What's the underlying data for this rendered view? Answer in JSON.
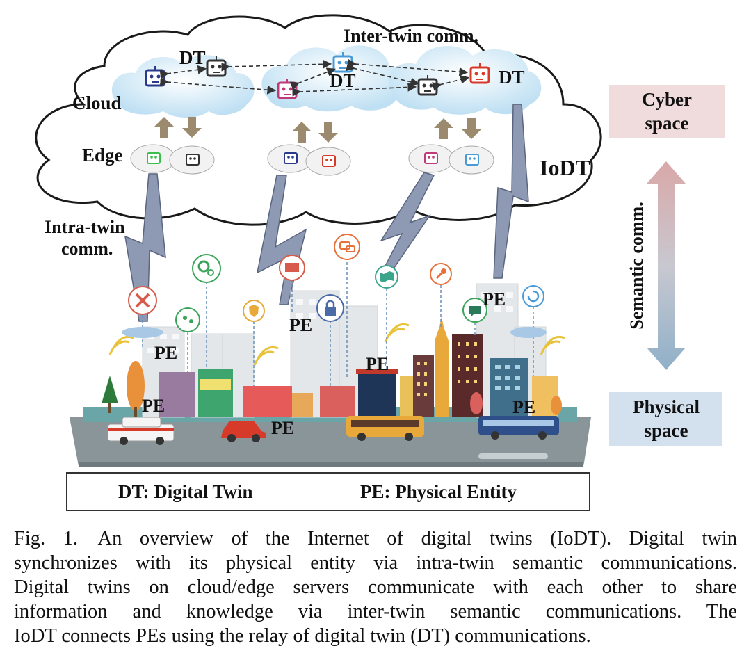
{
  "labels": {
    "cloud": "Cloud",
    "edge": "Edge",
    "dt": "DT",
    "inter_twin": "Inter-twin comm.",
    "iodt": "IoDT",
    "intra_twin_line1": "Intra-twin",
    "intra_twin_line2": "comm.",
    "pe": "PE",
    "cyber_space_line1": "Cyber",
    "cyber_space_line2": "space",
    "physical_space_line1": "Physical",
    "physical_space_line2": "space",
    "semantic_comm": "Semantic comm."
  },
  "legend": {
    "dt": "DT: Digital Twin",
    "pe": "PE: Physical Entity"
  },
  "caption": {
    "lines": [
      "Fig. 1. An overview of the Internet of digital twins (IoDT). Digital twin",
      "synchronizes with its physical entity via intra-twin semantic communications.",
      "Digital twins on cloud/edge servers communicate with each other to share",
      "information and knowledge via inter-twin semantic communications. The",
      "IoDT connects PEs using the relay of digital twin (DT) communications."
    ]
  },
  "colors": {
    "cloud_stroke": "#1a1a1a",
    "lightning_fill": "#8e9ab4",
    "sync_arrow": "#9b8a6e",
    "road": "#8a9599",
    "cyber_box": "#f0dcdc",
    "physical_box": "#d3e0ee"
  }
}
